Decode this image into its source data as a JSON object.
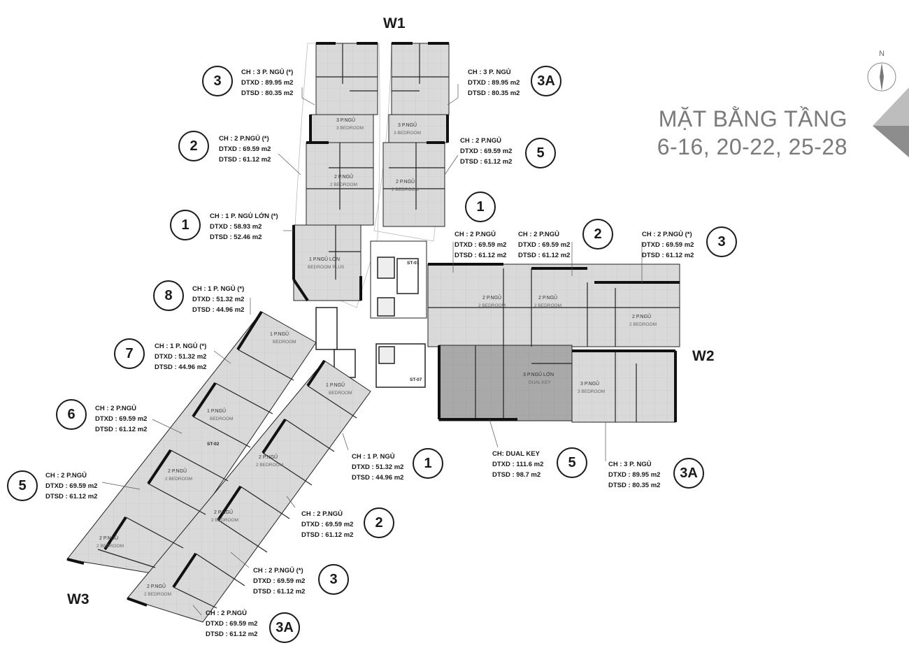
{
  "title": {
    "line1": "MẶT BẰNG TẦNG",
    "line2": "6-16, 20-22,  25-28"
  },
  "compass": {
    "label": "N"
  },
  "wings": {
    "w1": "W1",
    "w2": "W2",
    "w3": "W3"
  },
  "units": [
    {
      "id": "w1-3",
      "badge": "3",
      "name": "CH : 3 P. NGỦ (*)",
      "dtxd": "DTXD : 89.95 m2",
      "dtsd": "DTSD : 80.35 m2"
    },
    {
      "id": "w1-3a",
      "badge": "3A",
      "name": "CH : 3 P. NGỦ",
      "dtxd": "DTXD : 89.95 m2",
      "dtsd": "DTSD : 80.35 m2"
    },
    {
      "id": "w1-2",
      "badge": "2",
      "name": "CH : 2 P.NGỦ (*)",
      "dtxd": "DTXD : 69.59 m2",
      "dtsd": "DTSD : 61.12 m2"
    },
    {
      "id": "w1-5",
      "badge": "5",
      "name": "CH : 2 P.NGỦ",
      "dtxd": "DTXD : 69.59 m2",
      "dtsd": "DTSD : 61.12 m2"
    },
    {
      "id": "w1-1",
      "badge": "1",
      "name": "CH : 1 P. NGỦ LỚN (*)",
      "dtxd": "DTXD : 58.93 m2",
      "dtsd": "DTSD : 52.46 m2"
    },
    {
      "id": "w2-1",
      "badge": "1",
      "name": "CH : 2 P.NGỦ",
      "dtxd": "DTXD : 69.59 m2",
      "dtsd": "DTSD : 61.12 m2"
    },
    {
      "id": "w2-2",
      "badge": "2",
      "name": "CH : 2 P.NGỦ",
      "dtxd": "DTXD : 69.59 m2",
      "dtsd": "DTSD : 61.12 m2"
    },
    {
      "id": "w2-3",
      "badge": "3",
      "name": "CH : 2 P.NGỦ (*)",
      "dtxd": "DTXD : 69.59 m2",
      "dtsd": "DTSD : 61.12 m2"
    },
    {
      "id": "w2-5",
      "badge": "5",
      "name": "CH: DUAL KEY",
      "dtxd": "DTXD : 111.6 m2",
      "dtsd": "DTSD : 98.7 m2"
    },
    {
      "id": "w2-3a",
      "badge": "3A",
      "name": "CH : 3 P. NGỦ",
      "dtxd": "DTXD : 89.95 m2",
      "dtsd": "DTSD : 80.35 m2"
    },
    {
      "id": "w3-8",
      "badge": "8",
      "name": "CH : 1 P. NGỦ (*)",
      "dtxd": "DTXD : 51.32 m2",
      "dtsd": "DTSD : 44.96 m2"
    },
    {
      "id": "w3-7",
      "badge": "7",
      "name": "CH : 1 P. NGỦ (*)",
      "dtxd": "DTXD : 51.32 m2",
      "dtsd": "DTSD : 44.96 m2"
    },
    {
      "id": "w3-6",
      "badge": "6",
      "name": "CH : 2 P.NGỦ",
      "dtxd": "DTXD : 69.59 m2",
      "dtsd": "DTSD : 61.12 m2"
    },
    {
      "id": "w3-5",
      "badge": "5",
      "name": "CH : 2 P.NGỦ",
      "dtxd": "DTXD : 69.59 m2",
      "dtsd": "DTSD : 61.12 m2"
    },
    {
      "id": "w3-1",
      "badge": "1",
      "name": "CH : 1 P. NGỦ",
      "dtxd": "DTXD : 51.32 m2",
      "dtsd": "DTSD : 44.96 m2"
    },
    {
      "id": "w3-2",
      "badge": "2",
      "name": "CH : 2 P.NGỦ",
      "dtxd": "DTXD : 69.59 m2",
      "dtsd": "DTSD : 61.12 m2"
    },
    {
      "id": "w3-3",
      "badge": "3",
      "name": "CH : 2 P.NGỦ (*)",
      "dtxd": "DTXD : 69.59 m2",
      "dtsd": "DTSD : 61.12 m2"
    },
    {
      "id": "w3-3a",
      "badge": "3A",
      "name": "CH : 2 P.NGỦ",
      "dtxd": "DTXD : 69.59 m2",
      "dtsd": "DTSD : 61.12 m2"
    }
  ],
  "room_labels": {
    "r3": {
      "vi": "3 P.NGỦ",
      "en": "3 BEDROOM"
    },
    "r2": {
      "vi": "2 P.NGỦ",
      "en": "2 BEDROOM"
    },
    "r1l": {
      "vi": "1 P.NGỦ LỚN",
      "en": "BEDROOM PLUS"
    },
    "r1": {
      "vi": "1 P.NGỦ",
      "en": "BEDROOM"
    },
    "r3l": {
      "vi": "3 P.NGỦ LỚN",
      "en": "DUAL KEY"
    }
  },
  "stairs": {
    "st01": "ST-01",
    "st02": "ST-02",
    "st07": "ST-07"
  }
}
